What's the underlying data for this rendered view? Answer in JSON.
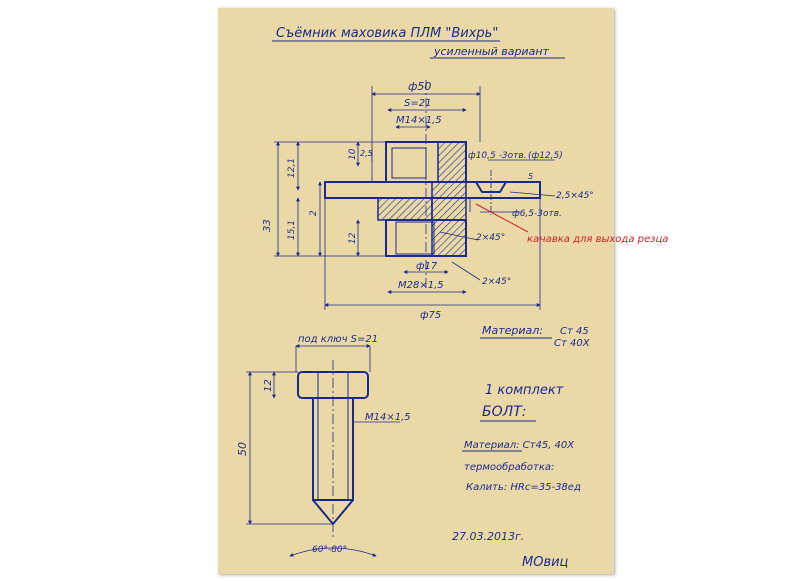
{
  "title": "Съёмник маховика ПЛМ \"Вихрь\"",
  "subtitle": "усиленный вариант",
  "puller": {
    "dims": {
      "d50": "ф50",
      "s21": "S=21",
      "m14": "М14×1,5",
      "d10_5": "ф10,5 -3отв.",
      "d12_5": "(ф12,5)",
      "d6_5": "ф6,5-3отв.",
      "ch25": "2,5×45°",
      "ch2a": "2×45°",
      "ch2b": "2×45°",
      "d17": "ф17",
      "m28": "М28×1,5",
      "d75": "ф75",
      "h33": "33",
      "h12_1": "12,1",
      "h15_1": "15,1",
      "h10": "10",
      "h2_5": "2,5",
      "h12": "12",
      "h2": "2",
      "h5": "5"
    },
    "groove_note": "канавка для выхода резца"
  },
  "material1": {
    "label": "Материал:",
    "line1": "Ст 45",
    "line2": "Ст 40Х"
  },
  "kit": "1 комплект",
  "bolt": {
    "title": "БОЛТ:",
    "wrench": "под ключ S=21",
    "m14": "М14×1,5",
    "h12": "12",
    "h50": "50",
    "angle": "60°-80°",
    "material": "Материал: Ст45, 40Х",
    "heat": "термообработка:",
    "hardness": "Калить: HRc=35-38ед"
  },
  "date": "27.03.2013г.",
  "signature": "МОвиц"
}
